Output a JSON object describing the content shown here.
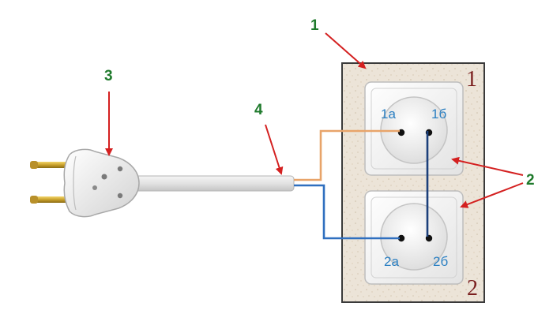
{
  "callouts": {
    "enclosure": "1",
    "sockets": "2",
    "plug": "3",
    "cable": "4"
  },
  "box_labels": {
    "top": "1",
    "bottom": "2"
  },
  "pin_labels": {
    "socket1_left": "1а",
    "socket1_right": "1б",
    "socket2_left": "2а",
    "socket2_right": "2б"
  },
  "colors": {
    "callout_text": "#1f7a2c",
    "arrow": "#d42020",
    "pin_label": "#2a7fc2",
    "box_label": "#7a1f1f",
    "wire_brown": "#e8a46a",
    "wire_blue": "#2f6fbf",
    "jumper": "#1b3f7a",
    "enclosure": "#ece4d8"
  }
}
